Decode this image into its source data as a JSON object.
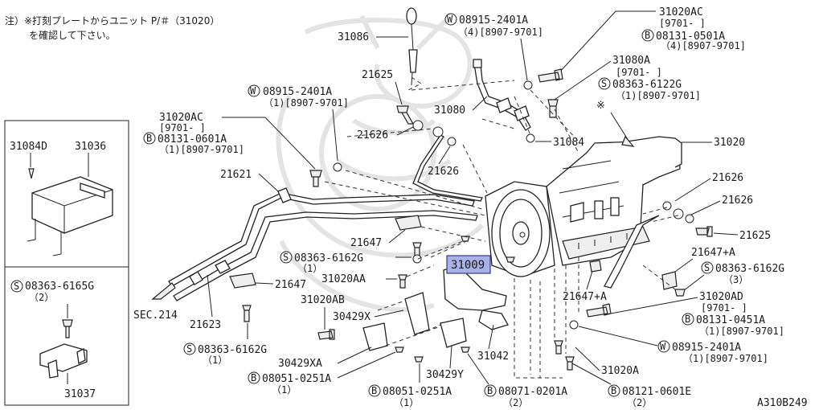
{
  "note": {
    "line1": "注）※打刻プレートからユニット P/＃（31020）",
    "line2": "を確認して下さい。"
  },
  "highlight": {
    "part": "31009"
  },
  "labels": {
    "p31086": "31086",
    "p31080": "31080",
    "p21625_top": "21625",
    "p21626_top": "21626",
    "p21626_mid": "21626",
    "p21621": "21621",
    "p21647_a": "21647",
    "p21647_b": "21647",
    "p21623": "21623",
    "p31084": "31084",
    "p31020": "31020",
    "p21626_r1": "21626",
    "p21626_r2": "21626",
    "p21625_r": "21625",
    "p21647A": "21647+A",
    "p21647A_b": "21647+A",
    "p31020AA": "31020AA",
    "p31020AB": "31020AB",
    "p30429X": "30429X",
    "p30429XA": "30429XA",
    "p30429Y": "30429Y",
    "p31042": "31042",
    "p31020A": "31020A",
    "sec214": "SEC.214",
    "p31084D": "31084D",
    "p31036": "31036",
    "p31037": "31037",
    "drawing_id": "A310B249"
  },
  "refs": {
    "w_top_right": {
      "code": "08915-2401A",
      "sub": "（4)[8907-9701]"
    },
    "ac_top_right": {
      "code": "31020AC",
      "sub": "[9701-    ]"
    },
    "b_top_right": {
      "code": "08131-0501A",
      "sub": "（4)[8907-9701]"
    },
    "a80": {
      "code": "31080A",
      "sub": "[9701-    ]"
    },
    "s_80": {
      "code": "08363-6122G",
      "sub": "（1)[8907-9701]"
    },
    "w_left": {
      "code": "08915-2401A",
      "sub": "（1)[8907-9701]"
    },
    "ac_left": {
      "code": "31020AC",
      "sub": "[9701-    ]"
    },
    "b_left": {
      "code": "08131-0601A",
      "sub": "（1)[8907-9701]"
    },
    "s_mid": {
      "code": "08363-6162G",
      "sub": "（1）"
    },
    "s_bottom": {
      "code": "08363-6162G",
      "sub": "（1）"
    },
    "s_box": {
      "code": "08363-6165G",
      "sub": "（2）"
    },
    "s_right": {
      "code": "08363-6162G",
      "sub": "（3）"
    },
    "ad_right": {
      "code": "31020AD",
      "sub": "[9701-    ]"
    },
    "b_right": {
      "code": "08131-0451A",
      "sub": "（1)[8907-9701]"
    },
    "w_right": {
      "code": "08915-2401A",
      "sub": "（1)[8907-9701]"
    },
    "b_0251_a": {
      "code": "08051-0251A",
      "sub": "（1）"
    },
    "b_0251_b": {
      "code": "08051-0251A",
      "sub": "（1）"
    },
    "b_0201": {
      "code": "08071-0201A",
      "sub": "（2）"
    },
    "b_0601": {
      "code": "08121-0601E",
      "sub": "（2）"
    }
  },
  "symbols": {
    "s": "S",
    "w": "W",
    "b": "B",
    "ref_mark": "※"
  }
}
